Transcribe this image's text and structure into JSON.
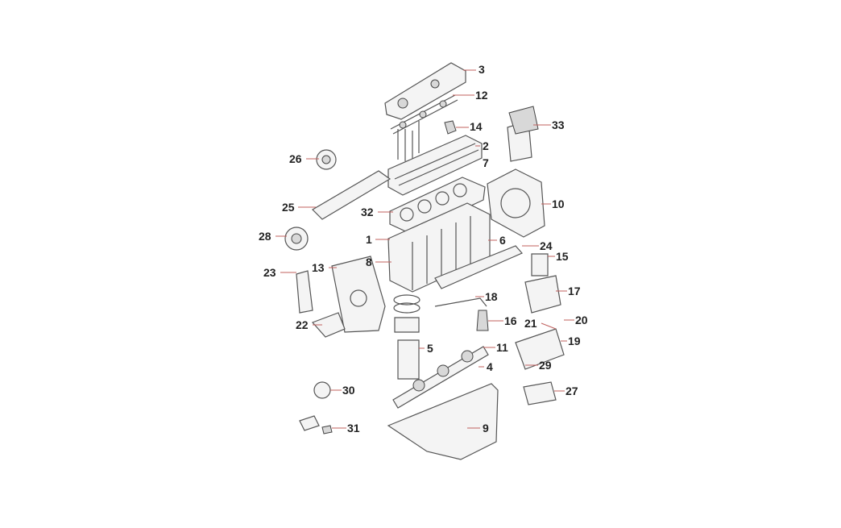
{
  "diagram": {
    "type": "exploded engine parts diagram",
    "callouts": {
      "c1": "1",
      "c2": "2",
      "c3": "3",
      "c4": "4",
      "c5": "5",
      "c6": "6",
      "c7": "7",
      "c8": "8",
      "c9": "9",
      "c10": "10",
      "c11": "11",
      "c12": "12",
      "c13": "13",
      "c14": "14",
      "c15": "15",
      "c16": "16",
      "c17": "17",
      "c18": "18",
      "c19": "19",
      "c20": "20",
      "c21": "21",
      "c22": "22",
      "c23": "23",
      "c24": "24",
      "c25": "25",
      "c26": "26",
      "c27": "27",
      "c28": "28",
      "c29": "29",
      "c30": "30",
      "c31": "31",
      "c32": "32",
      "c33": "33"
    },
    "leader_color": "#c0605e"
  }
}
